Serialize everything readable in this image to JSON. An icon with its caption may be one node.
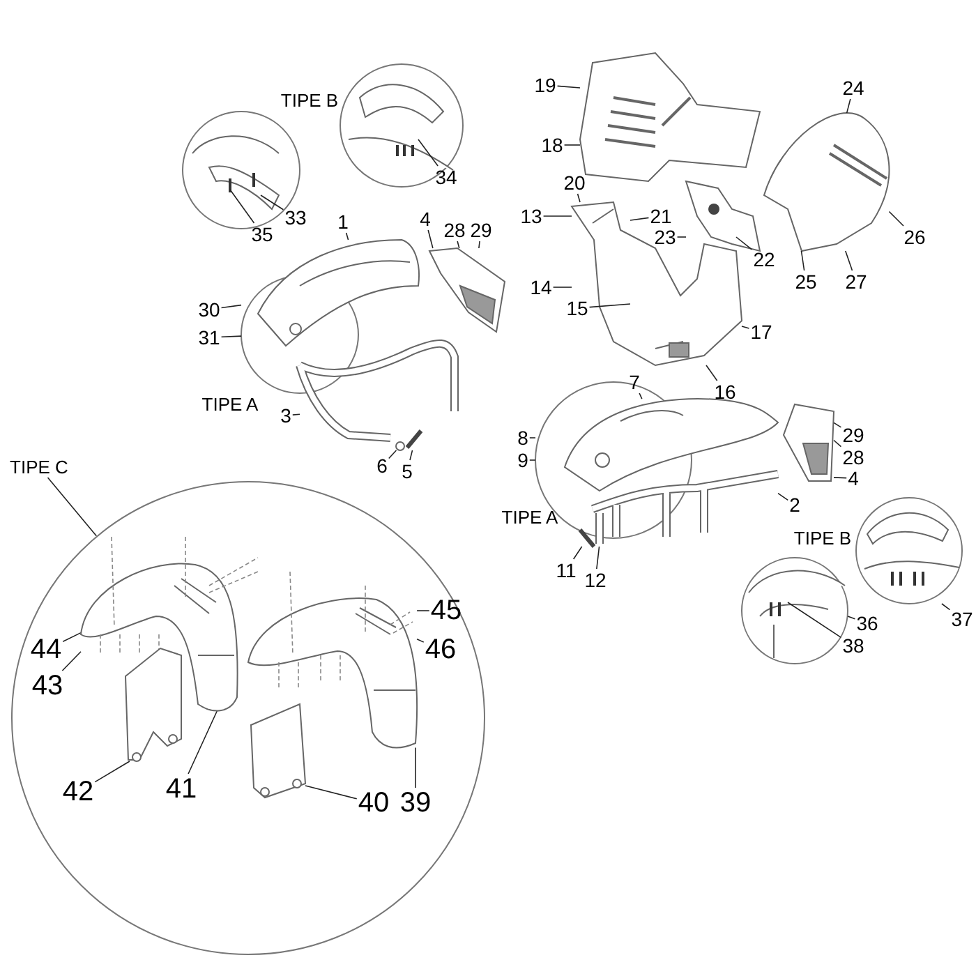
{
  "diagram": {
    "nodes": [
      {
        "text": [
          "19"
        ]
      },
      {
        "text": [
          "24"
        ]
      },
      {
        "text": [
          "18"
        ]
      },
      {
        "text": [
          "34"
        ]
      },
      {
        "text": [
          "20"
        ]
      },
      {
        "text": [
          "13"
        ]
      },
      {
        "text": [
          "21"
        ]
      },
      {
        "text": [
          "33"
        ]
      },
      {
        "text": [
          "23"
        ]
      },
      {
        "text": [
          "35"
        ]
      },
      {
        "text": [
          "1"
        ]
      },
      {
        "text": [
          "4"
        ]
      },
      {
        "text": [
          "28"
        ]
      },
      {
        "text": [
          "29"
        ]
      },
      {
        "text": [
          "22"
        ]
      },
      {
        "text": [
          "25"
        ]
      },
      {
        "text": [
          "27"
        ]
      },
      {
        "text": [
          "26"
        ]
      },
      {
        "text": [
          "14"
        ]
      },
      {
        "text": [
          "15"
        ]
      },
      {
        "text": [
          "30"
        ]
      },
      {
        "text": [
          "31"
        ]
      },
      {
        "text": [
          "17"
        ]
      },
      {
        "text": [
          "16"
        ]
      },
      {
        "text": [
          "3"
        ]
      },
      {
        "text": [
          "7"
        ]
      },
      {
        "text": [
          "8"
        ]
      },
      {
        "text": [
          "9"
        ]
      },
      {
        "text": [
          "29"
        ]
      },
      {
        "text": [
          "28"
        ]
      },
      {
        "text": [
          "4"
        ]
      },
      {
        "text": [
          "6"
        ]
      },
      {
        "text": [
          "5"
        ]
      },
      {
        "text": [
          "TIPE C"
        ]
      },
      {
        "text": [],
        "shape": "circle"
      },
      {
        "text": [
          "2"
        ]
      },
      {
        "text": [
          "11"
        ]
      },
      {
        "text": [
          "12"
        ]
      },
      {
        "text": [
          "36"
        ]
      },
      {
        "text": [
          "38"
        ]
      },
      {
        "text": [
          "37"
        ]
      },
      {
        "text": [
          "45"
        ],
        "in": 34
      },
      {
        "text": [
          "46"
        ],
        "in": 34
      },
      {
        "text": [
          "44"
        ],
        "in": 34
      },
      {
        "text": [
          "43"
        ],
        "in": 34
      },
      {
        "text": [
          "42"
        ],
        "in": 34
      },
      {
        "text": [
          "41"
        ],
        "in": 34
      },
      {
        "text": [
          "40"
        ],
        "in": 34
      },
      {
        "text": [
          "39"
        ],
        "in": 34
      },
      {
        "text": [],
        "shape": "circle"
      },
      {
        "text": [],
        "shape": "circle"
      },
      {
        "text": [],
        "shape": "circle"
      },
      {
        "text": [],
        "shape": "picture"
      },
      {
        "text": [],
        "shape": "picture"
      },
      {
        "text": [],
        "shape": "picture"
      },
      {
        "text": [],
        "shape": "picture"
      },
      {
        "text": [],
        "shape": "picture"
      },
      {
        "text": [],
        "shape": "picture"
      },
      {
        "text": [],
        "shape": "picture"
      },
      {
        "text": [],
        "shape": "circle"
      },
      {
        "text": [],
        "shape": "picture"
      },
      {
        "text": [],
        "shape": "picture"
      },
      {
        "text": [],
        "shape": "picture"
      },
      {
        "text": [],
        "shape": "circle"
      },
      {
        "text": [],
        "shape": "circle"
      },
      {
        "text": [],
        "shape": "picture",
        "in": 34
      },
      {
        "text": [],
        "shape": "picture",
        "in": 34
      },
      {
        "text": [],
        "shape": "picture",
        "in": 34
      },
      {
        "text": [],
        "shape": "picture",
        "in": 34
      }
    ],
    "edges": [
      {
        "from": 0,
        "to": 52,
        "arrow": "none"
      },
      {
        "from": 1,
        "to": 55,
        "arrow": "none"
      },
      {
        "from": 2,
        "to": 52,
        "arrow": "none"
      },
      {
        "from": 3,
        "to": 49,
        "arrow": "none"
      },
      {
        "from": 4,
        "to": 53,
        "arrow": "none"
      },
      {
        "from": 5,
        "to": 53,
        "arrow": "none"
      },
      {
        "from": 6,
        "to": 53,
        "arrow": "none"
      },
      {
        "from": 7,
        "to": 50,
        "arrow": "none"
      },
      {
        "from": 8,
        "to": 54,
        "arrow": "none"
      },
      {
        "from": 9,
        "to": 50,
        "arrow": "none"
      },
      {
        "from": 10,
        "to": 56,
        "arrow": "none"
      },
      {
        "from": 11,
        "to": 57,
        "arrow": "none"
      },
      {
        "from": 12,
        "to": 57,
        "arrow": "none"
      },
      {
        "from": 13,
        "to": 57,
        "arrow": "none"
      },
      {
        "from": 14,
        "to": 54,
        "arrow": "none"
      },
      {
        "from": 15,
        "to": 55,
        "arrow": "none"
      },
      {
        "from": 16,
        "to": 55,
        "arrow": "none"
      },
      {
        "from": 17,
        "to": 55,
        "arrow": "none"
      },
      {
        "from": 18,
        "to": 53,
        "arrow": "none"
      },
      {
        "from": 19,
        "to": 53,
        "arrow": "none"
      },
      {
        "from": 20,
        "to": 51,
        "arrow": "none"
      },
      {
        "from": 21,
        "to": 51,
        "arrow": "none"
      },
      {
        "from": 22,
        "to": 53,
        "arrow": "none"
      },
      {
        "from": 23,
        "to": 53,
        "arrow": "none"
      },
      {
        "from": 24,
        "to": 58,
        "arrow": "none"
      },
      {
        "from": 25,
        "to": 60,
        "arrow": "none"
      },
      {
        "from": 26,
        "to": 59,
        "arrow": "none"
      },
      {
        "from": 27,
        "to": 59,
        "arrow": "none"
      },
      {
        "from": 28,
        "to": 62,
        "arrow": "none"
      },
      {
        "from": 29,
        "to": 62,
        "arrow": "none"
      },
      {
        "from": 30,
        "to": 62,
        "arrow": "none"
      },
      {
        "from": 31,
        "to": 58,
        "arrow": "none"
      },
      {
        "from": 32,
        "to": 58,
        "arrow": "none"
      },
      {
        "from": 33,
        "to": 34,
        "arrow": "none"
      },
      {
        "from": 35,
        "to": 61,
        "arrow": "none"
      },
      {
        "from": 36,
        "to": 61,
        "arrow": "none"
      },
      {
        "from": 37,
        "to": 61,
        "arrow": "none"
      },
      {
        "from": 38,
        "to": 63,
        "arrow": "none"
      },
      {
        "from": 39,
        "to": 63,
        "arrow": "none"
      },
      {
        "from": 40,
        "to": 64,
        "arrow": "none"
      },
      {
        "from": 41,
        "to": 67,
        "arrow": "none"
      },
      {
        "from": 42,
        "to": 67,
        "arrow": "none"
      },
      {
        "from": 43,
        "to": 65,
        "arrow": "none"
      },
      {
        "from": 44,
        "to": 65,
        "arrow": "none"
      },
      {
        "from": 45,
        "to": 66,
        "arrow": "none"
      },
      {
        "from": 46,
        "to": 65,
        "arrow": "none"
      },
      {
        "from": 47,
        "to": 68,
        "arrow": "none"
      },
      {
        "from": 48,
        "to": 67,
        "arrow": "none"
      }
    ],
    "labels": [
      "TIPE B",
      "TIPE A",
      "TIPE A",
      "TIPE B"
    ]
  }
}
